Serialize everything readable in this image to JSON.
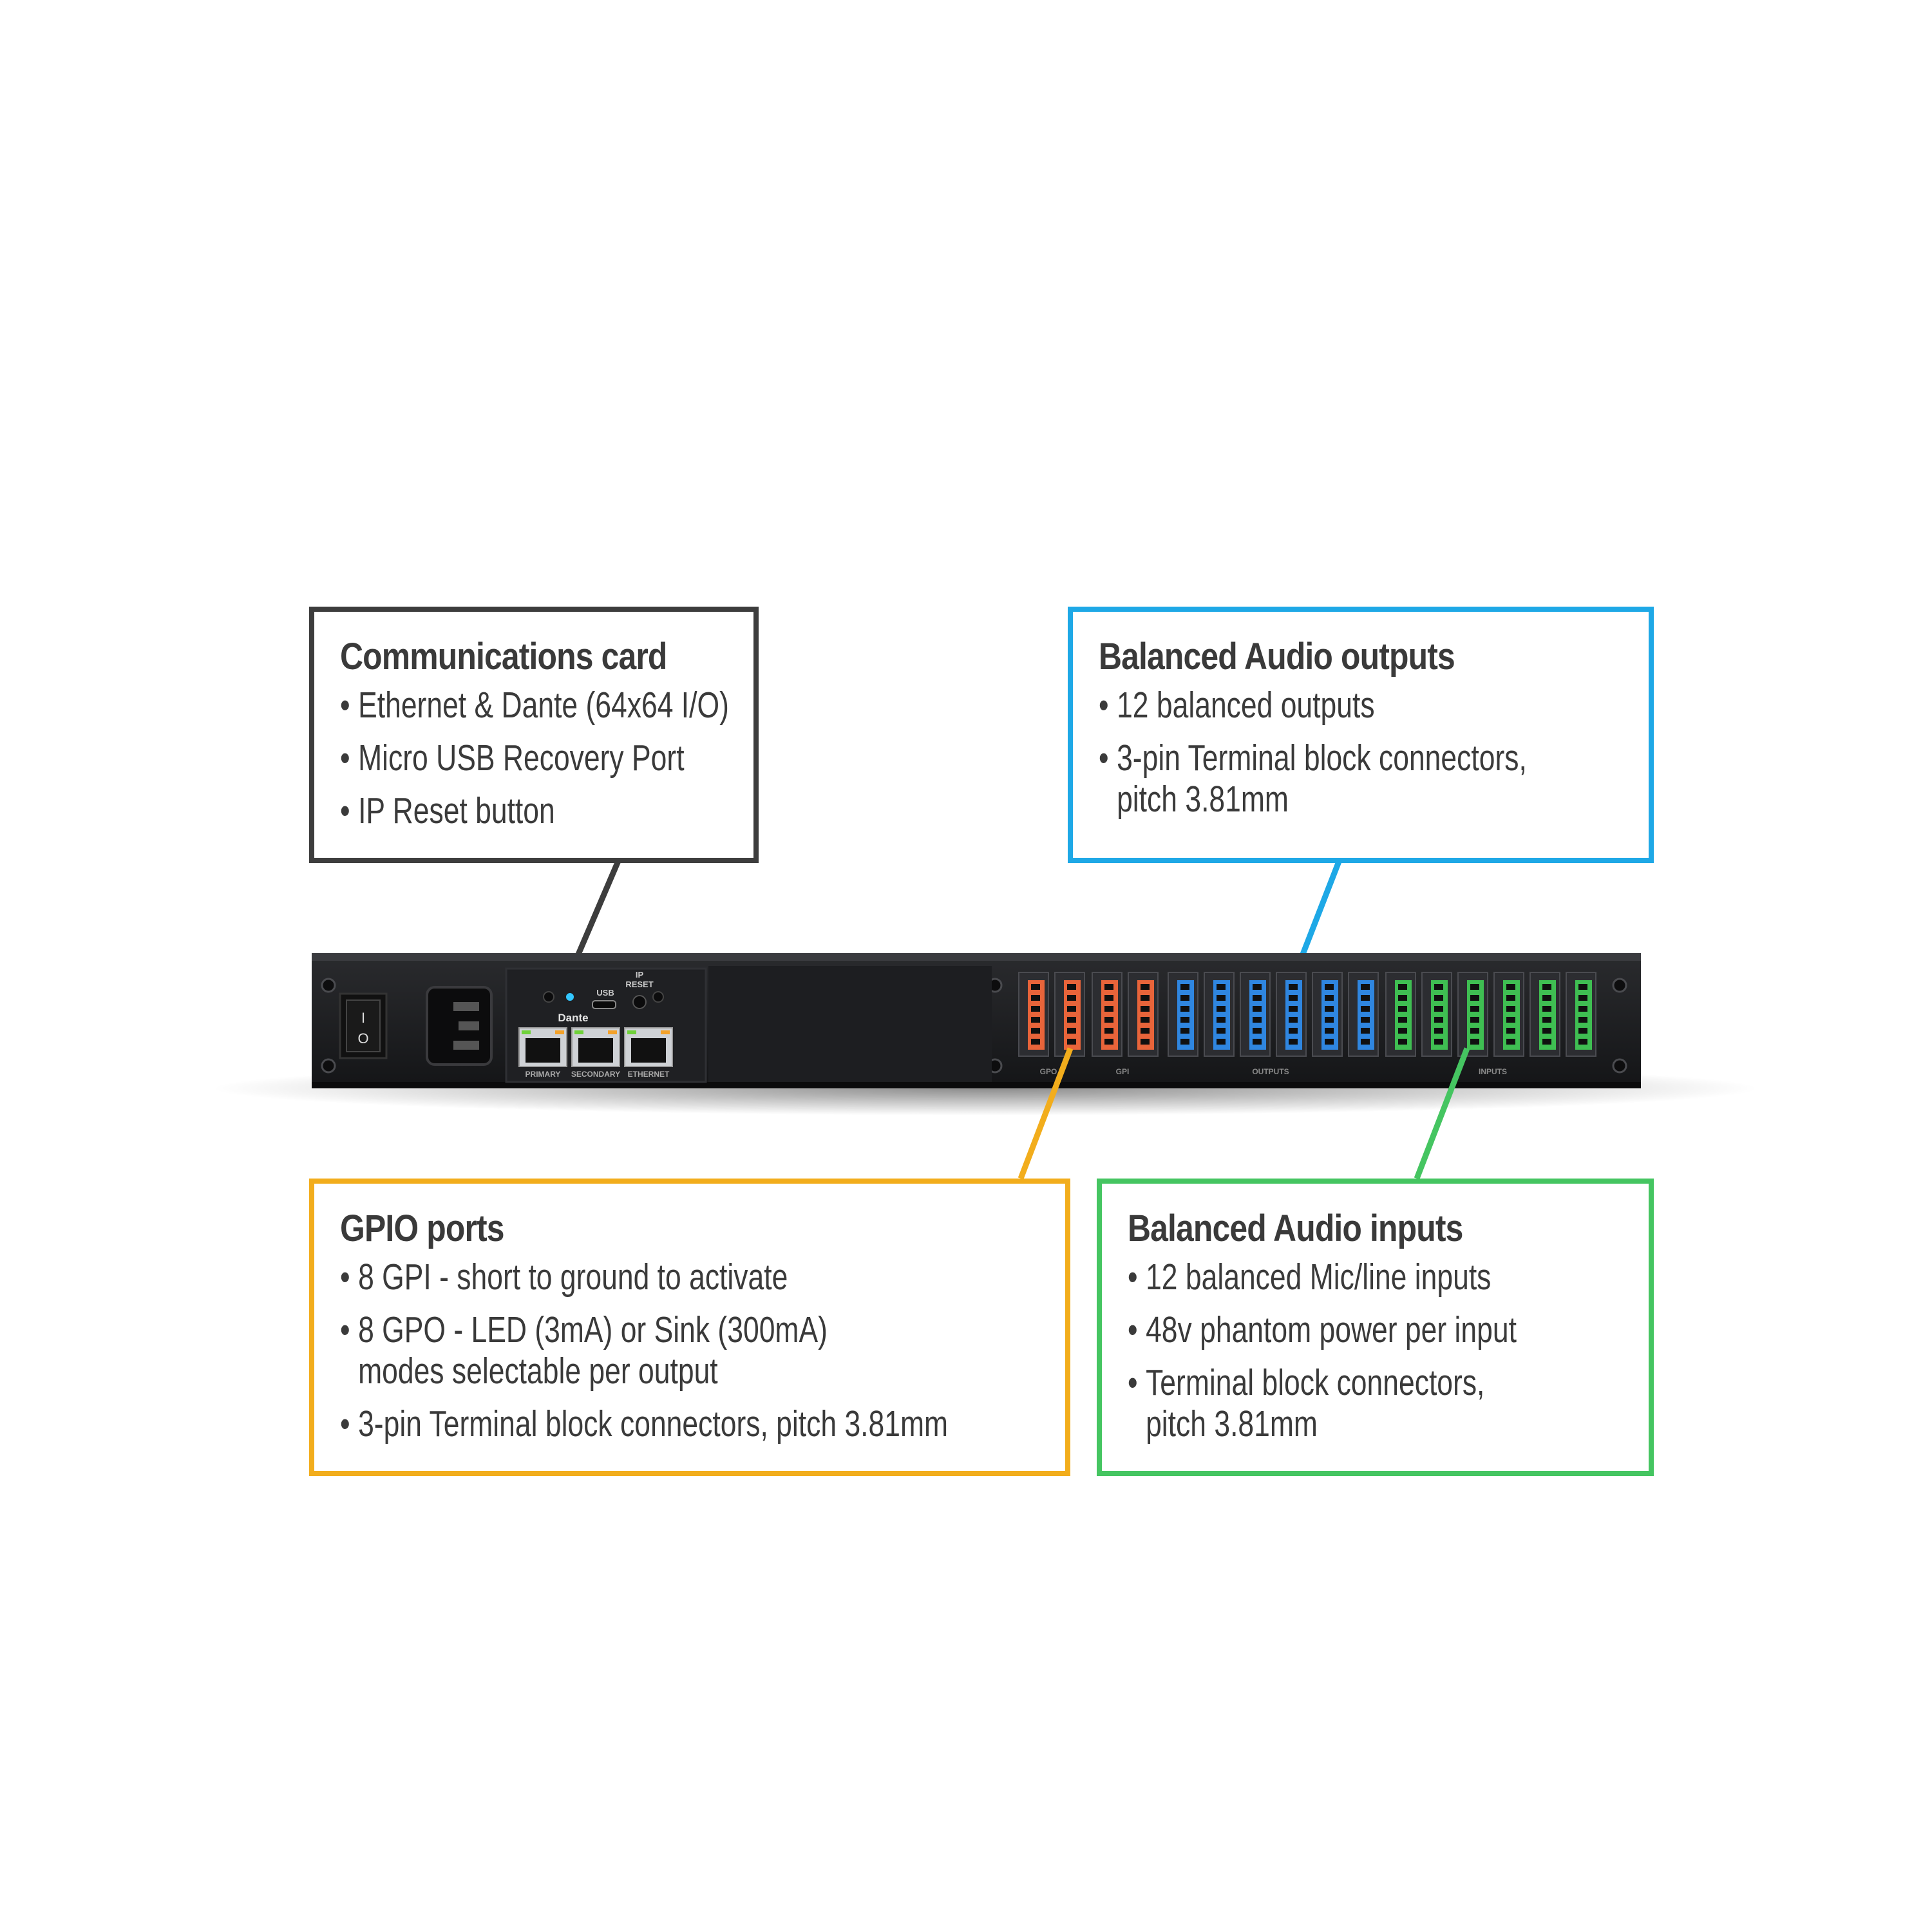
{
  "colors": {
    "comms": "#3d3d3d",
    "outputs": "#1ea8e6",
    "gpio": "#f2ad1c",
    "inputs": "#45c561",
    "gpio_connector": "#e8643a",
    "output_connector": "#2f86e0",
    "input_connector": "#3fbe52",
    "chassis": "#1b1c1e"
  },
  "callouts": {
    "comms": {
      "title": "Communications card",
      "items": [
        "Ethernet & Dante (64x64 I/O)",
        "Micro USB Recovery Port",
        "IP Reset button"
      ]
    },
    "outputs": {
      "title": "Balanced Audio outputs",
      "items": [
        {
          "line1": "12 balanced outputs",
          "line2": ""
        },
        {
          "line1": "3-pin Terminal block connectors,",
          "line2": "pitch 3.81mm"
        }
      ]
    },
    "gpio": {
      "title": "GPIO ports",
      "items": [
        {
          "line1": "8 GPI - short to ground to activate",
          "line2": ""
        },
        {
          "line1": "8 GPO - LED (3mA) or Sink (300mA)",
          "line2": "modes selectable per output"
        },
        {
          "line1": "3-pin Terminal block connectors, pitch 3.81mm",
          "line2": ""
        }
      ]
    },
    "inputs": {
      "title": "Balanced Audio inputs",
      "items": [
        {
          "line1": "12 balanced Mic/line inputs",
          "line2": ""
        },
        {
          "line1": "48v phantom power per input",
          "line2": ""
        },
        {
          "line1": "Terminal block connectors,",
          "line2": "pitch 3.81mm"
        }
      ]
    }
  },
  "device": {
    "power_on": "I",
    "power_off": "O",
    "usb_label": "USB",
    "ip_reset_label": [
      "IP",
      "RESET"
    ],
    "dante_label": "Dante",
    "ports": [
      "PRIMARY",
      "SECONDARY",
      "ETHERNET"
    ],
    "panel_labels": {
      "gpo": "GPO",
      "gpi": "GPI",
      "outputs": "OUTPUTS",
      "inputs": "INPUTS"
    }
  }
}
